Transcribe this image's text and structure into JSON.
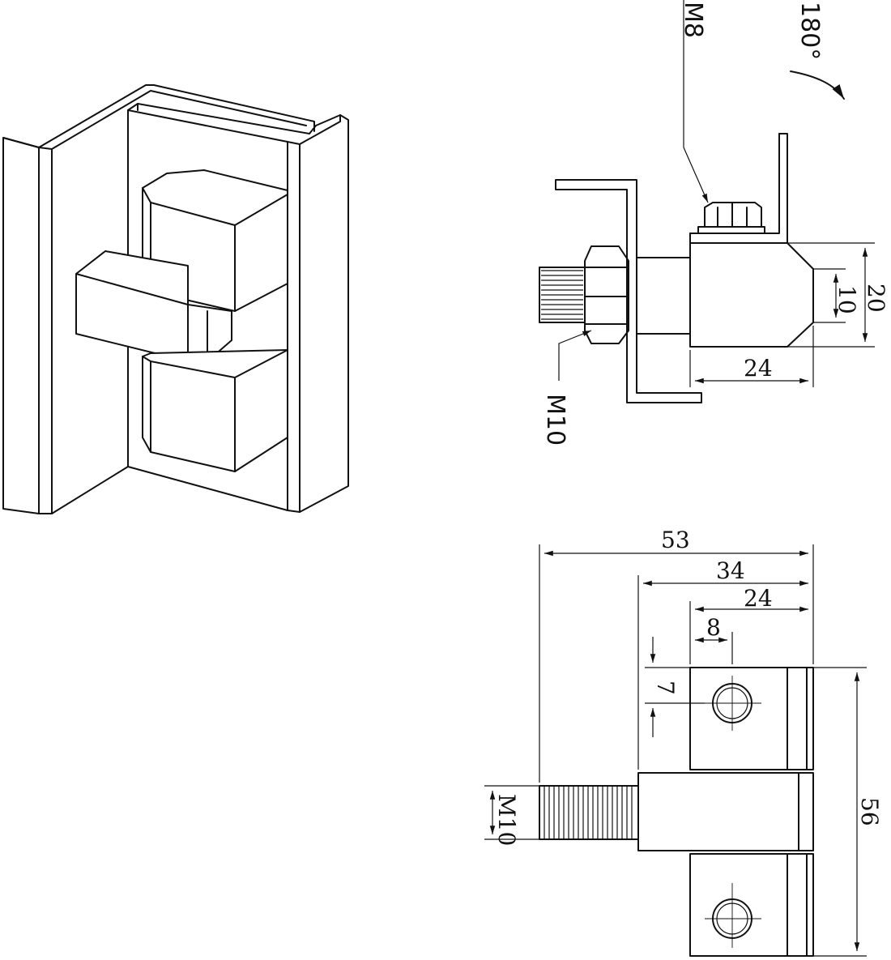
{
  "labels": {
    "bolt_m8": "M8",
    "bolt_m10": "M10",
    "rotation": "180°"
  },
  "side_view_dims": {
    "height_outer": "20",
    "height_inner": "10",
    "depth": "24"
  },
  "top_view_dims": {
    "overall_length": "53",
    "body_length": "34",
    "leaf_length": "24",
    "hole_offset": "8",
    "hole_spacing": "7",
    "thread": "M10",
    "overall_height": "56"
  },
  "colors": {
    "stroke": "#111111",
    "background": "#ffffff"
  }
}
